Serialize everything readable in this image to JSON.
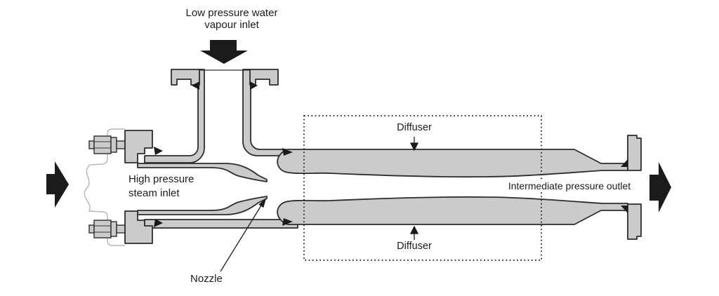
{
  "colors": {
    "background": "#ffffff",
    "body_fill": "#cbcbcb",
    "outline": "#2d2d2d",
    "arrow_fill": "#1b1b1b",
    "phantom_line": "#b5b5b5",
    "text": "#1c1c1c"
  },
  "labels": {
    "vapour_inlet_line1": "Low pressure water",
    "vapour_inlet_line2": "vapour inlet",
    "steam_inlet_line1": "High pressure",
    "steam_inlet_line2": "steam inlet",
    "diffuser_top": "Diffuser",
    "diffuser_bottom": "Diffuser",
    "outlet": "Intermediate pressure outlet",
    "nozzle": "Nozzle"
  }
}
